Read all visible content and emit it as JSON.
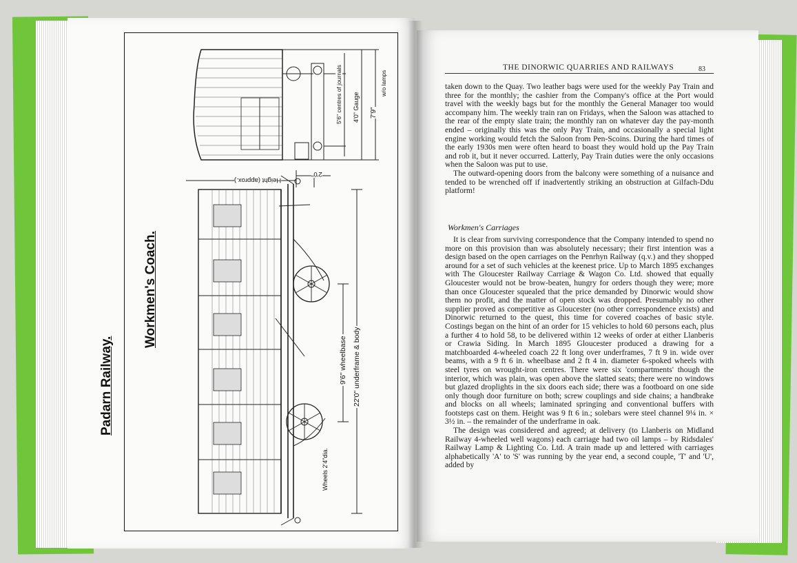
{
  "drawing": {
    "title_left": "Padarn Railway.",
    "title_right": "Workmen's Coach.",
    "dim_length": "22'0\" underframe & body",
    "dim_wheelbase": "9'6\" wheelbase",
    "dim_wheels": "Wheels 2'4\"dia.",
    "dim_height": "Height (approx.)",
    "dim_overhang": "2'0\"",
    "dim_centres": "5'6\" centres of journals",
    "dim_gauge": "4'0\" Gauge",
    "dim_width": "7'9\"",
    "dim_width_label": "w/o lamps"
  },
  "page_right": {
    "running_head": "THE DINORWIC QUARRIES AND RAILWAYS",
    "page_number": "83",
    "paragraphs_top": [
      "taken down to the Quay. Two leather bags were used for the weekly Pay Train and three for the monthly; the cashier from the Company's office at the Port would travel with the weekly bags but for the monthly the General Manager too would accompany him. The weekly train ran on Fridays, when the Saloon was attached to the rear of the empty slate train; the monthly ran on whatever day the pay-month ended – originally this was the only Pay Train, and occasionally a special light engine working would fetch the Saloon from Pen-Scoins. During the hard times of the early 1930s men were often heard to boast they would hold up the Pay Train and rob it, but it never occurred. Latterly, Pay Train duties were the only occasions when the Saloon was put to use.",
      "The outward-opening doors from the balcony were something of a nuisance and tended to be wrenched off if inadvertently striking an obstruction at Gilfach-Ddu platform!"
    ],
    "section_heading": "Workmen's Carriages",
    "paragraphs_bottom": [
      "It is clear from surviving correspondence that the Company intended to spend no more on this provision than was absolutely necessary; their first intention was a design based on the open carriages on the Penrhyn Railway (q.v.) and they shopped around for a set of such vehicles at the keenest price. Up to March 1895 exchanges with The Gloucester Railway Carriage & Wagon Co. Ltd. showed that equally Gloucester would not be brow-beaten, hungry for orders though they were; more than once Gloucester squealed that the price demanded by Dinorwic would show them no profit, and the matter of open stock was dropped. Presumably no other supplier proved as competitive as Gloucester (no other correspondence exists) and Dinorwic returned to the quest, this time for covered coaches of basic style. Costings began on the hint of an order for 15 vehicles to hold 60 persons each, plus a further 4 to hold 58, to be delivered within 12 weeks of order at either Llanberis or Crawia Siding. In March 1895 Gloucester produced a drawing for a matchboarded 4-wheeled coach 22 ft long over underframes, 7 ft 9 in. wide over beams, with a 9 ft 6 in. wheelbase and 2 ft 4 in. diameter 6-spoked wheels with steel tyres on wrought-iron centres. There were six 'compartments' though the interior, which was plain, was open above the slatted seats; there were no windows but glazed droplights in the six doors each side; there was a footboard on one side only though door furniture on both; screw couplings and side chains; a handbrake and blocks on all wheels; laminated springing and conventional buffers with footsteps cast on them. Height was 9 ft 6 in.; solebars were steel channel 9¼ in. × 3½ in. – the remainder of the underframe in oak.",
      "The design was considered and agreed; at delivery (to Llanberis on Midland Railway 4-wheeled well wagons) each carriage had two oil lamps – by Ridsdales' Railway Lamp & Lighting Co. Ltd. A train made up and lettered with carriages alphabetically 'A' to 'S' was running by the year end, a second couple, 'T' and 'U', added by"
    ]
  }
}
